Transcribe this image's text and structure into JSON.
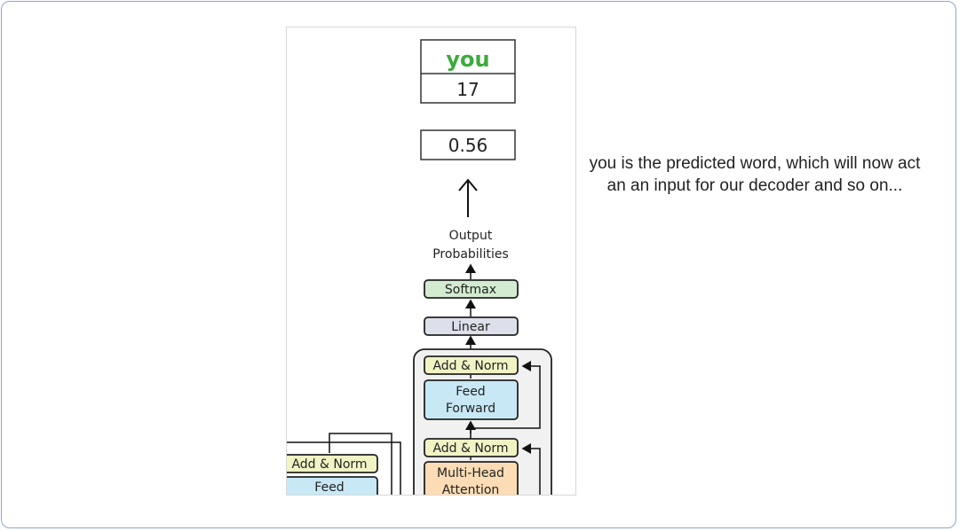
{
  "figure": {
    "predicted_word": "you",
    "token_id": "17",
    "probability": "0.56",
    "output_label_line1": "Output",
    "output_label_line2": "Probabilities",
    "softmax": "Softmax",
    "linear": "Linear",
    "add_norm_top": "Add & Norm",
    "ff_line1": "Feed",
    "ff_line2": "Forward",
    "add_norm_mid": "Add & Norm",
    "mha_line1": "Multi-Head",
    "mha_line2": "Attention",
    "left_add_norm": "Add & Norm",
    "left_feed": "Feed"
  },
  "caption": "you is the predicted word, which will now act an an input for our decoder and so on...",
  "colors": {
    "softmax": "#d3ecd1",
    "linear": "#dde0ea",
    "add_norm": "#f2f3c5",
    "feed_forward": "#c8e8f6",
    "attention": "#fbdcb5",
    "decoder_block": "#f1f1f1",
    "predicted_word": "#3daa3d"
  }
}
